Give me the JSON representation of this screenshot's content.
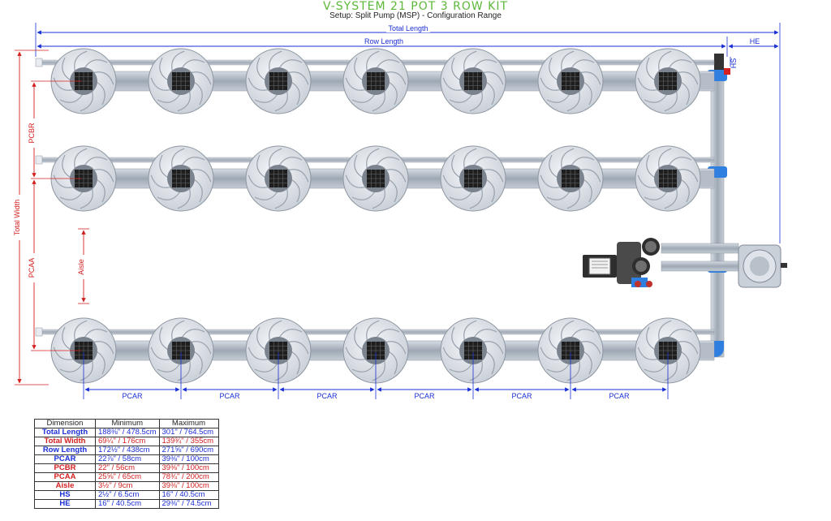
{
  "title": "V-SYSTEM 21 POT 3 ROW KIT",
  "subtitle": "Setup: Split Pump (MSP) - Configuration Range",
  "labels": {
    "total_length": "Total Length",
    "row_length": "Row Length",
    "he": "HE",
    "hs": "HS",
    "total_width": "Total Width",
    "pcbr": "PCBR",
    "pcaa": "PCAA",
    "aisle": "Aisle",
    "pcar": "PCAR"
  },
  "colors": {
    "dim_blue": "#1a2fd6",
    "dim_red": "#d42020",
    "title_green": "#5cb83a",
    "pipe": "#a9b3bf",
    "pot": "#dfe4ea",
    "fitting_blue": "#2f7fe0"
  },
  "layout_counts": {
    "rows": 3,
    "pots_per_row": 7
  },
  "table": {
    "headers": [
      "Dimension",
      "Minimum",
      "Maximum"
    ],
    "rows": [
      {
        "name": "Total Length",
        "min": "188⅜\" / 478.5cm",
        "max": "301\" / 764.5cm",
        "color": "#1a2fd6"
      },
      {
        "name": "Total Width",
        "min": "69¼\" / 176cm",
        "max": "139¾\" / 355cm",
        "color": "#d42020"
      },
      {
        "name": "Row Length",
        "min": "172½\" / 438cm",
        "max": "271⅝\" / 690cm",
        "color": "#1a2fd6"
      },
      {
        "name": "PCAR",
        "min": "22⅞\" / 58cm",
        "max": "39⅜\" / 100cm",
        "color": "#1a2fd6"
      },
      {
        "name": "PCBR",
        "min": "22\" / 56cm",
        "max": "39⅜\" / 100cm",
        "color": "#d42020"
      },
      {
        "name": "PCAA",
        "min": "25⅝\" / 65cm",
        "max": "78¾\" / 200cm",
        "color": "#d42020"
      },
      {
        "name": "Aisle",
        "min": "3½\" / 9cm",
        "max": "39⅜\" / 100cm",
        "color": "#d42020"
      },
      {
        "name": "HS",
        "min": "2½\" / 6.5cm",
        "max": "16\" / 40.5cm",
        "color": "#1a2fd6"
      },
      {
        "name": "HE",
        "min": "16\" / 40.5cm",
        "max": "29⅜\" / 74.5cm",
        "color": "#1a2fd6"
      }
    ]
  }
}
